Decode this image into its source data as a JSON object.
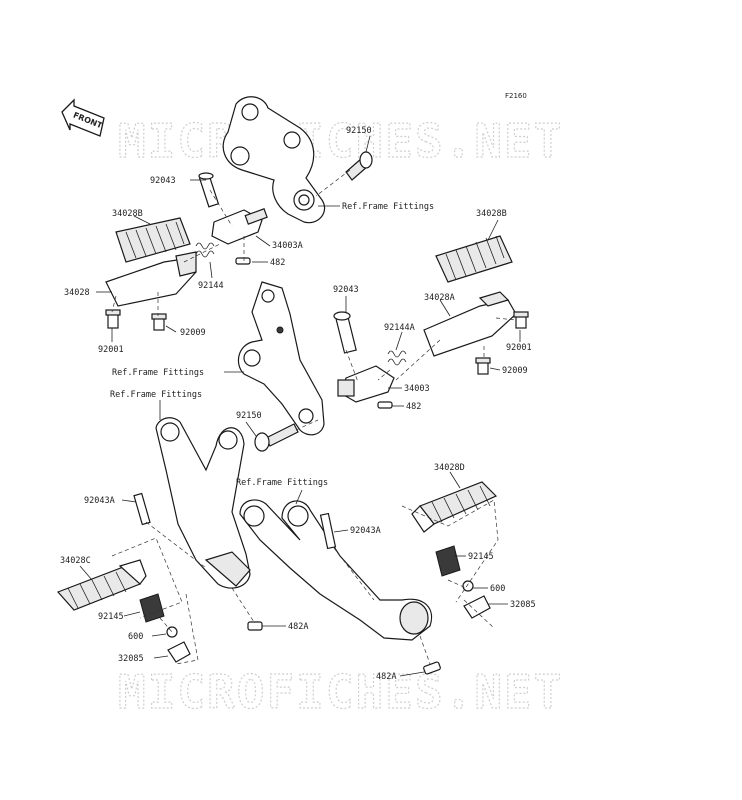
{
  "figure_id": "F2160",
  "front_label": "FRONT",
  "watermark": "MICROFICHES.NET",
  "labels": {
    "p92150_top": "92150",
    "p92043_top": "92043",
    "ref_top": "Ref.Frame Fittings",
    "p34028B_left": "34028B",
    "p34003A": "34003A",
    "p482_top": "482",
    "p92144": "92144",
    "p34028": "34028",
    "p92009_left": "92009",
    "p92001_left": "92001",
    "p34028B_right": "34028B",
    "p92043_mid": "92043",
    "p34028A": "34028A",
    "p92144A": "92144A",
    "p92001_right": "92001",
    "p92009_right": "92009",
    "ref_mid": "Ref.Frame Fittings",
    "p34003": "34003",
    "p482_mid": "482",
    "ref_left": "Ref.Frame Fittings",
    "p92150_mid": "92150",
    "ref_bottom": "Ref.Frame Fittings",
    "p34028D": "34028D",
    "p92043A_left": "92043A",
    "p92043A_right": "92043A",
    "p34028C": "34028C",
    "p92145_right": "92145",
    "p600_right": "600",
    "p32085_right": "32085",
    "p92145_left": "92145",
    "p482A_right": "482A",
    "p600_left": "600",
    "p32085_left": "32085",
    "p482A_bottom": "482A"
  }
}
